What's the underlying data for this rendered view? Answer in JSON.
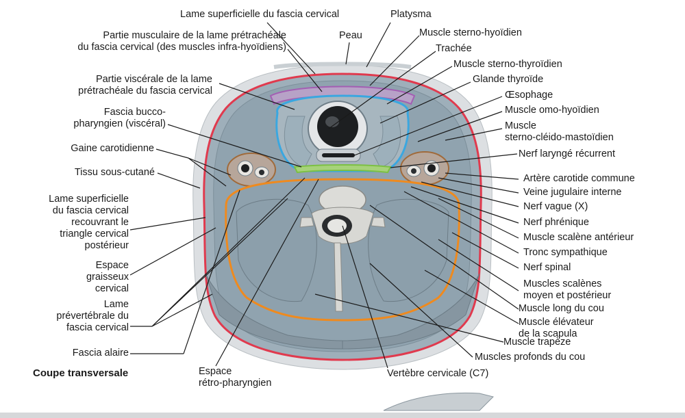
{
  "figure": {
    "caption": "Coupe transversale"
  },
  "labels": {
    "lame_superficielle_top": "Lame superficielle du fascia cervical",
    "platysma": "Platysma",
    "partie_musculaire_1": "Partie musculaire de la lame prétrachéale",
    "partie_musculaire_2": "du fascia cervical (des muscles infra-hyoïdiens)",
    "peau": "Peau",
    "sterno_hyoidien": "Muscle sterno-hyoïdien",
    "trachee": "Trachée",
    "sterno_thyroidien": "Muscle sterno-thyroïdien",
    "partie_viscerale_1": "Partie viscérale de la lame",
    "partie_viscerale_2": "prétrachéale du fascia cervical",
    "glande_thyroide": "Glande thyroïde",
    "oesophage": "Œsophage",
    "bucco_1": "Fascia bucco-",
    "bucco_2": "pharyngien (viscéral)",
    "omo_hyoidien": "Muscle omo-hyoïdien",
    "scm_1": "Muscle",
    "scm_2": "sterno-cléido-mastoïdien",
    "gaine_carotidienne": "Gaine carotidienne",
    "nerf_laryngé": "Nerf laryngé récurrent",
    "tissu_sous_cutane": "Tissu sous-cutané",
    "artere_carotide": "Artère carotide commune",
    "veine_jugulaire": "Veine jugulaire interne",
    "lame_post_1": "Lame superficielle",
    "lame_post_2": "du fascia cervical",
    "lame_post_3": "recouvrant le",
    "lame_post_4": "triangle cervical",
    "lame_post_5": "postérieur",
    "nerf_vague": "Nerf vague (X)",
    "nerf_phrenique": "Nerf phrénique",
    "scalene_anterieur": "Muscle scalène antérieur",
    "tronc_sympathique": "Tronc sympathique",
    "espace_1": "Espace",
    "espace_2": "graisseux",
    "espace_3": "cervical",
    "nerf_spinal": "Nerf spinal",
    "scalenes_1": "Muscles scalènes",
    "scalenes_2": "moyen et postérieur",
    "prevert_1": "Lame",
    "prevert_2": "prévertébrale du",
    "prevert_3": "fascia cervical",
    "long_du_cou": "Muscle long du cou",
    "elevateur_1": "Muscle élévateur",
    "elevateur_2": "de la scapula",
    "trapeze": "Muscle trapèze",
    "fascia_alaire": "Fascia alaire",
    "profonds": "Muscles profonds du cou",
    "retro_1": "Espace",
    "retro_2": "rétro-pharyngien",
    "vertebre": "Vertèbre cervicale (C7)"
  },
  "colors": {
    "skin": "#d9dde0",
    "muscle": "#8fa2ae",
    "red_fascia": "#e03a4e",
    "orange_fascia": "#ef8a1e",
    "blue_fascia": "#3aa7e0",
    "purple_fascia": "#a35fb3",
    "green_fascia": "#7cc043",
    "bone": "#d8d8d4"
  }
}
